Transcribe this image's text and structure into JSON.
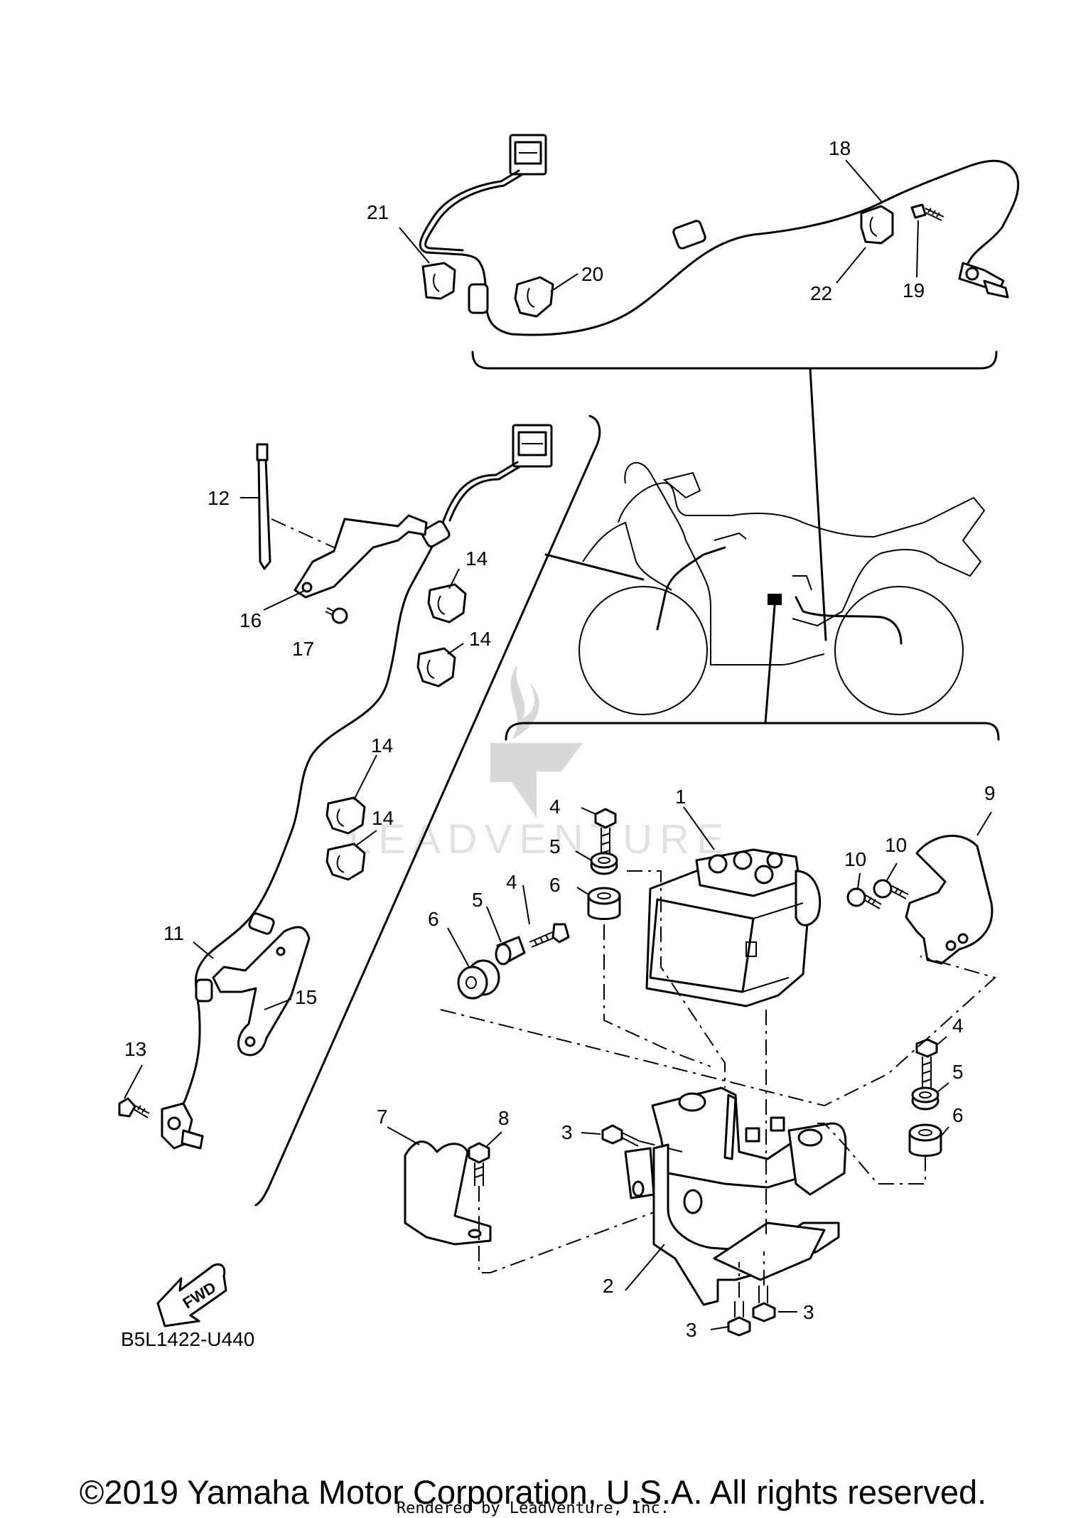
{
  "diagram": {
    "diagram_code": "B5L1422-U440",
    "fwd_label": "FWD",
    "watermark": "LEADVENTURE",
    "copyright": "©2019 Yamaha Motor Corporation, U.S.A. All rights reserved.",
    "rendered_by": "Rendered by LeadVenture, Inc.",
    "callouts": {
      "c1": "1",
      "c2": "2",
      "c3a": "3",
      "c3b": "3",
      "c3c": "3",
      "c4a": "4",
      "c4b": "4",
      "c4c": "4",
      "c5a": "5",
      "c5b": "5",
      "c5c": "5",
      "c6a": "6",
      "c6b": "6",
      "c6c": "6",
      "c7": "7",
      "c8": "8",
      "c9": "9",
      "c10a": "10",
      "c10b": "10",
      "c11": "11",
      "c12": "12",
      "c13": "13",
      "c14a": "14",
      "c14b": "14",
      "c14c": "14",
      "c14d": "14",
      "c15": "15",
      "c16": "16",
      "c17": "17",
      "c18": "18",
      "c19": "19",
      "c20": "20",
      "c21": "21",
      "c22": "22"
    }
  }
}
